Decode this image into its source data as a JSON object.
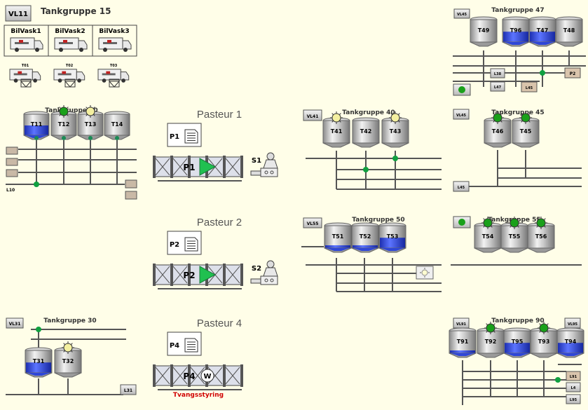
{
  "colors": {
    "background": "#fffee8",
    "pipe": "#555555",
    "valve": "#10a040",
    "fill": "#2e46d8",
    "lamp_green": "#1aa01a",
    "lamp_yellow": "#f4f0a0",
    "pump": "#20c050",
    "alarm": "#d00000"
  },
  "groups": {
    "g15": {
      "button": "VL11",
      "title": "Tankgruppe 15",
      "washers": [
        "BilVask1",
        "BilVask2",
        "BilVask3"
      ],
      "trucks": [
        "T01",
        "T02",
        "T03"
      ]
    },
    "g10": {
      "title": "Tankgruppe 10",
      "tanks": [
        "T11",
        "T12",
        "T13",
        "T14"
      ],
      "line": "L10"
    },
    "g30": {
      "button": "VL31",
      "title": "Tankgruppe 30",
      "tanks": [
        "T31",
        "T32"
      ],
      "line": "L31"
    },
    "g40": {
      "button": "VL41",
      "title": "Tankgruppe 40",
      "tanks": [
        "T41",
        "T42",
        "T43"
      ]
    },
    "g50": {
      "button": "VL55",
      "title": "Tankgruppe 50",
      "tanks": [
        "T51",
        "T52",
        "T53"
      ]
    },
    "g47": {
      "button": "VL45",
      "title": "Tankgruppe 47",
      "tanks": [
        "T49",
        "T96",
        "T47",
        "T48"
      ],
      "lines": [
        "L38",
        "L47",
        "L45"
      ],
      "p2": "P2"
    },
    "g45": {
      "button": "VL45",
      "title": "Tankgruppe 45",
      "tanks": [
        "T46",
        "T45"
      ],
      "line": "L45"
    },
    "g55": {
      "title": "Tankgruppe 55",
      "tanks": [
        "T54",
        "T55",
        "T56"
      ]
    },
    "g90": {
      "button_left": "VL91",
      "button_right": "VL95",
      "title": "Tankgruppe 90",
      "tanks": [
        "T91",
        "T92",
        "T95",
        "T93",
        "T94"
      ],
      "lines": [
        "L91",
        "L4",
        "L95"
      ]
    }
  },
  "pasteurs": [
    {
      "title": "Pasteur 1",
      "doc": "P1",
      "unit": "P1",
      "sep": "S1"
    },
    {
      "title": "Pasteur 2",
      "doc": "P2",
      "unit": "P2",
      "sep": "S2"
    },
    {
      "title": "Pasteur 4",
      "doc": "P4",
      "unit": "P4",
      "status": "Tvangsstyring"
    }
  ]
}
